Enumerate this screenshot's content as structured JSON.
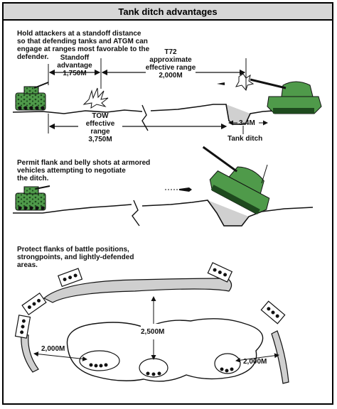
{
  "title": "Tank ditch advantages",
  "panel1": {
    "caption": [
      "Hold attackers at a standoff distance",
      "so that defending tanks and ATGM can",
      "engage at ranges most favorable to the",
      "defender."
    ],
    "standoff": [
      "Standoff",
      "advantage",
      "1,750M"
    ],
    "t72": [
      "T72",
      "approximate",
      "effective range",
      "2,000M"
    ],
    "tow": [
      "TOW",
      "effective",
      "range",
      "3,750M"
    ],
    "ditch_width": "3-4M",
    "ditch_label": "Tank ditch"
  },
  "panel2": {
    "caption": [
      "Permit flank and belly shots at armored",
      "vehicles attempting to negotiate",
      "the ditch."
    ]
  },
  "panel3": {
    "caption": [
      "Protect flanks of battle positions,",
      "strongpoints, and lightly-defended",
      "areas."
    ],
    "dist_left": "2,000M",
    "dist_center": "2,500M",
    "dist_right": "2,000M"
  },
  "colors": {
    "vehicle_green": "#4f9a4a",
    "camo_dark": "#1e4a1e",
    "ink": "#111111",
    "title_bar": "#d7d7d7"
  }
}
